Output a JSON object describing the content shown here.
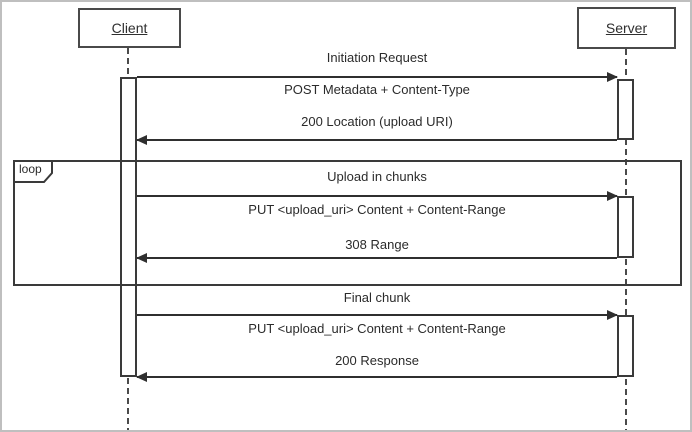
{
  "actors": {
    "client": "Client",
    "server": "Server"
  },
  "fragment": {
    "type": "loop",
    "label": "loop"
  },
  "messages": [
    {
      "label": "Initiation Request",
      "kind": "phase_title"
    },
    {
      "label": "POST Metadata + Content-Type",
      "from": "Client",
      "to": "Server",
      "kind": "request"
    },
    {
      "label": "200 Location (upload URI)",
      "from": "Server",
      "to": "Client",
      "kind": "response"
    },
    {
      "label": "Upload in chunks",
      "kind": "phase_title",
      "fragment": "loop"
    },
    {
      "label": "PUT <upload_uri> Content + Content-Range",
      "from": "Client",
      "to": "Server",
      "kind": "request",
      "fragment": "loop"
    },
    {
      "label": "308 Range",
      "from": "Server",
      "to": "Client",
      "kind": "response",
      "fragment": "loop"
    },
    {
      "label": "Final chunk",
      "kind": "phase_title"
    },
    {
      "label": "PUT <upload_uri> Content + Content-Range",
      "from": "Client",
      "to": "Server",
      "kind": "request"
    },
    {
      "label": "200 Response",
      "from": "Server",
      "to": "Client",
      "kind": "response"
    }
  ],
  "colors": {
    "line": "#2f2f2f",
    "text": "#2b2b2b",
    "background": "#ffffff",
    "canvas_border": "#bfbfbf"
  }
}
